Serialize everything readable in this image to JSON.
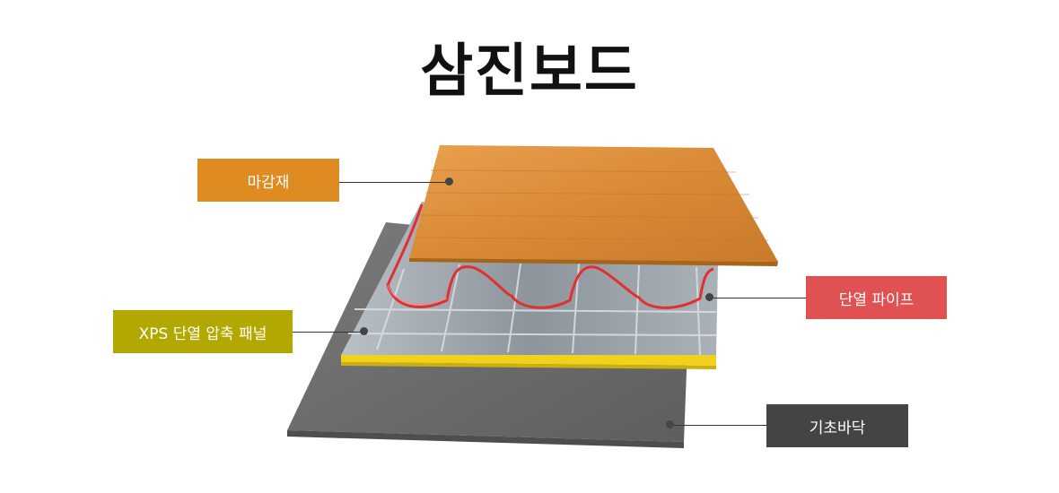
{
  "title": "삼진보드",
  "labels": {
    "finish": "마감재",
    "xps": "XPS 단열 압축 패널",
    "pipe": "단열 파이프",
    "base": "기초바닥"
  },
  "colors": {
    "finish": "#de8b22",
    "xps": "#b3a800",
    "pipe": "#e05252",
    "base": "#444444"
  }
}
